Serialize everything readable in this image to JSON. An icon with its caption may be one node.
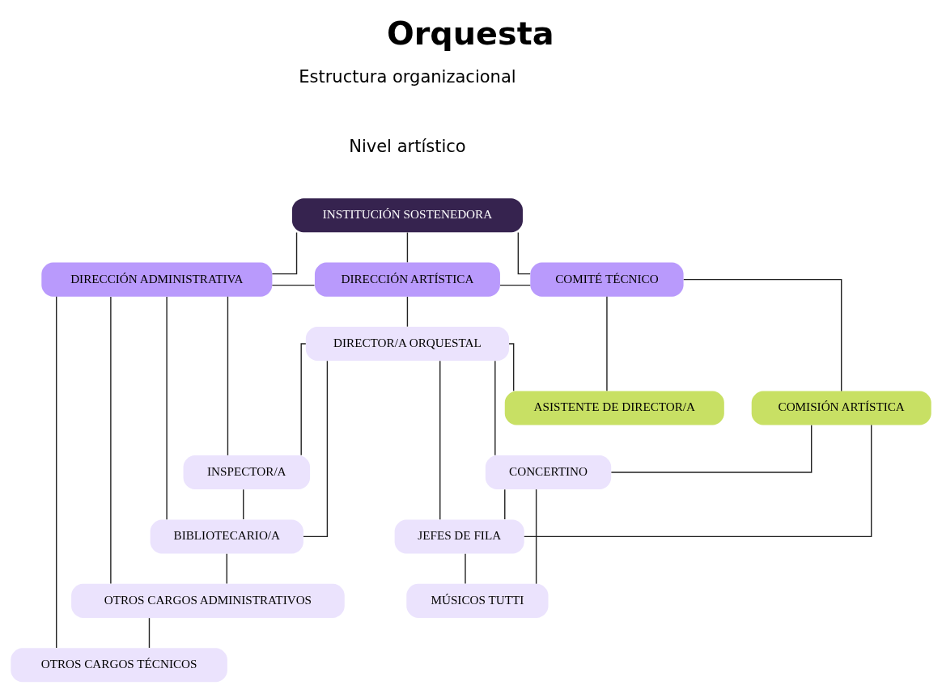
{
  "diagram": {
    "title": "Orquesta",
    "nodes": [
      {
        "text": [
          "INSTITUCIÓN SOSTENEDORA"
        ]
      },
      {
        "text": [
          "DIRECCIÓN ADMINISTRATIVA"
        ]
      },
      {
        "text": [
          "DIRECCIÓN ARTÍSTICA"
        ]
      },
      {
        "text": [
          "COMITÉ TÉCNICO"
        ]
      },
      {
        "text": [
          "DIRECTOR/A ORQUESTAL"
        ]
      },
      {
        "text": [
          "ASISTENTE DE DIRECTOR/A"
        ]
      },
      {
        "text": [
          "COMISIÓN ARTÍSTICA"
        ]
      },
      {
        "text": [
          "INSPECTOR/A"
        ]
      },
      {
        "text": [
          "BIBLIOTECARIO/A"
        ]
      },
      {
        "text": [
          "OTROS CARGOS ADMINISTRATIVOS"
        ]
      },
      {
        "text": [
          "OTROS CARGOS TÉCNICOS"
        ]
      },
      {
        "text": [
          "CONCERTINO"
        ]
      },
      {
        "text": [
          "JEFES DE FILA"
        ]
      },
      {
        "text": [
          "MÚSICOS TUTTI"
        ]
      }
    ],
    "edges": [
      {
        "from": 0,
        "to": 1,
        "arrow": "none"
      },
      {
        "from": 0,
        "to": 2,
        "arrow": "none"
      },
      {
        "from": 0,
        "to": 3,
        "arrow": "none"
      },
      {
        "from": 1,
        "to": 2,
        "arrow": "none"
      },
      {
        "from": 2,
        "to": 3,
        "arrow": "none"
      },
      {
        "from": 2,
        "to": 4,
        "arrow": "none"
      },
      {
        "from": 3,
        "to": 5,
        "arrow": "none"
      },
      {
        "from": 3,
        "to": 6,
        "arrow": "none"
      },
      {
        "from": 4,
        "to": 5,
        "arrow": "none"
      },
      {
        "from": 4,
        "to": 11,
        "arrow": "none"
      },
      {
        "from": 4,
        "to": 7,
        "arrow": "none"
      },
      {
        "from": 4,
        "to": 8,
        "arrow": "none"
      },
      {
        "from": 4,
        "to": 12,
        "arrow": "none"
      },
      {
        "from": 1,
        "to": 7,
        "arrow": "none"
      },
      {
        "from": 1,
        "to": 8,
        "arrow": "none"
      },
      {
        "from": 1,
        "to": 9,
        "arrow": "none"
      },
      {
        "from": 1,
        "to": 10,
        "arrow": "none"
      },
      {
        "from": 7,
        "to": 8,
        "arrow": "none"
      },
      {
        "from": 8,
        "to": 9,
        "arrow": "none"
      },
      {
        "from": 9,
        "to": 10,
        "arrow": "none"
      },
      {
        "from": 11,
        "to": 12,
        "arrow": "none"
      },
      {
        "from": 12,
        "to": 13,
        "arrow": "none"
      },
      {
        "from": 11,
        "to": 13,
        "arrow": "none"
      },
      {
        "from": 6,
        "to": 11,
        "arrow": "none"
      },
      {
        "from": 6,
        "to": 12,
        "arrow": "none"
      }
    ],
    "labels": [
      "Estructura organizacional",
      "Nivel artístico"
    ]
  }
}
